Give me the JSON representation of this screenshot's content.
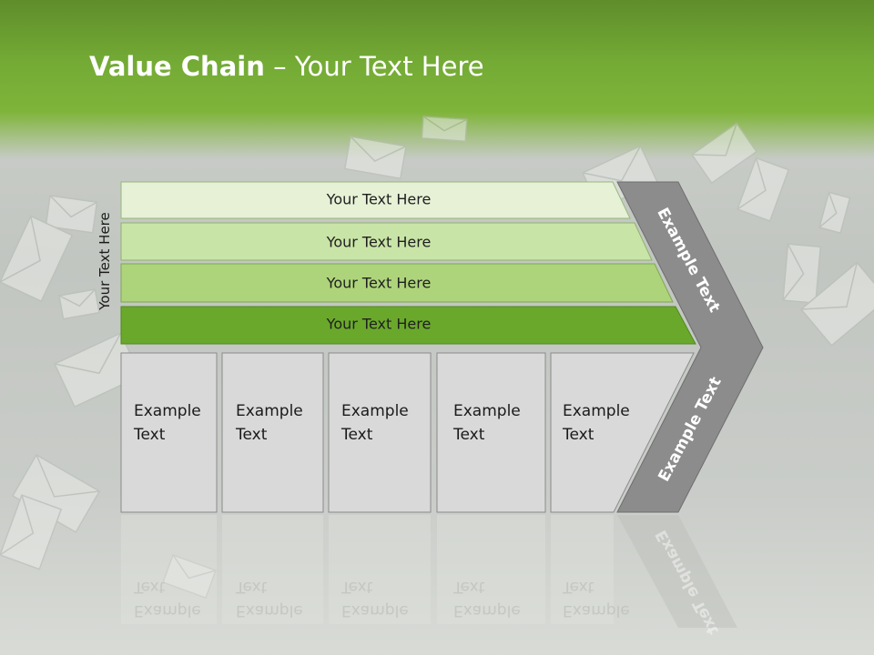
{
  "title": {
    "bold": "Value Chain",
    "rest": " – Your Text Here"
  },
  "side_label": "Your Text Here",
  "bars": [
    {
      "label": "Your Text Here",
      "color": "#e6f1d6"
    },
    {
      "label": "Your Text Here",
      "color": "#c9e4a7"
    },
    {
      "label": "Your Text Here",
      "color": "#add47a"
    },
    {
      "label": "Your Text Here",
      "color": "#6aa82c"
    }
  ],
  "cells": [
    {
      "line1": "Example",
      "line2": "Text"
    },
    {
      "line1": "Example",
      "line2": "Text"
    },
    {
      "line1": "Example",
      "line2": "Text"
    },
    {
      "line1": "Example",
      "line2": "Text"
    },
    {
      "line1": "Example",
      "line2": "Text"
    }
  ],
  "chevron": {
    "upper": "Example Text",
    "lower": "Example Text",
    "color": "#8c8c8c"
  },
  "colors": {
    "header": "#7fb43a",
    "cell_fill": "#d9d9d9",
    "cell_border": "#8a8a8a"
  }
}
